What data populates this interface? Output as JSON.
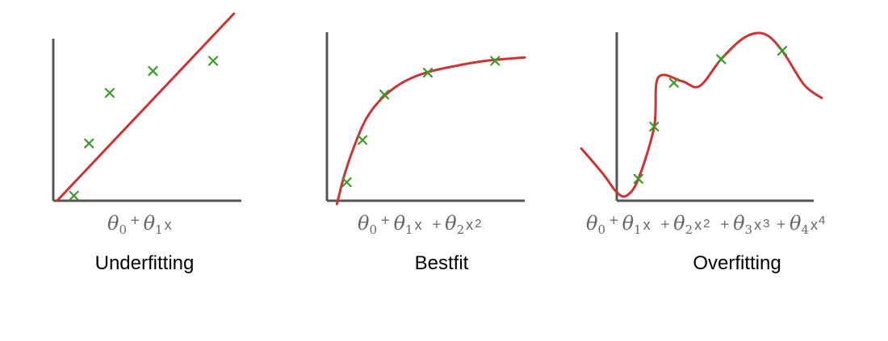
{
  "colors": {
    "axis": "#555555",
    "curve": "#cc3333",
    "marker": "#3a9a2a",
    "formula_text": "#666666",
    "caption_text": "#000000"
  },
  "icons": {
    "marker": "cross-x"
  },
  "chart_data": [
    {
      "type": "scatter",
      "title": "Underfitting",
      "formula_parts": {
        "t0": "θ",
        "s0": "0",
        "plus1": "+",
        "t1": "θ",
        "s1": "1",
        "x1": "x"
      },
      "xlim": [
        0,
        10
      ],
      "ylim": [
        0,
        10
      ],
      "points": [
        {
          "x": 1.1,
          "y": 0.3
        },
        {
          "x": 1.9,
          "y": 3.4
        },
        {
          "x": 3.0,
          "y": 6.4
        },
        {
          "x": 5.3,
          "y": 7.7
        },
        {
          "x": 8.5,
          "y": 8.3
        }
      ],
      "fit": {
        "model": "linear",
        "x": [
          0.2,
          9.6
        ],
        "y": [
          0.0,
          11.1
        ]
      }
    },
    {
      "type": "scatter",
      "title": "Bestfit",
      "formula_parts": {
        "t0": "θ",
        "s0": "0",
        "plus1": "+",
        "t1": "θ",
        "s1": "1",
        "x1": "x",
        "plus2": "+",
        "t2": "θ",
        "s2": "2",
        "x2": "x",
        "p2": "2"
      },
      "xlim": [
        0,
        10
      ],
      "ylim": [
        0,
        10
      ],
      "points": [
        {
          "x": 1.0,
          "y": 1.1
        },
        {
          "x": 1.8,
          "y": 3.6
        },
        {
          "x": 2.9,
          "y": 6.3
        },
        {
          "x": 5.1,
          "y": 7.6
        },
        {
          "x": 8.5,
          "y": 8.3
        }
      ],
      "fit": {
        "model": "quadratic",
        "x": [
          0.5,
          0.9,
          1.4,
          2.0,
          2.8,
          3.8,
          5.0,
          6.5,
          8.0,
          10.0
        ],
        "y": [
          -0.2,
          1.6,
          3.3,
          4.9,
          6.1,
          7.0,
          7.6,
          8.0,
          8.3,
          8.5
        ]
      }
    },
    {
      "type": "scatter",
      "title": "Overfitting",
      "formula_parts": {
        "t0": "θ",
        "s0": "0",
        "plus1": "+",
        "t1": "θ",
        "s1": "1",
        "x1": "x",
        "plus2": "+",
        "t2": "θ",
        "s2": "2",
        "x2": "x",
        "p2": "2",
        "plus3": "+",
        "t3": "θ",
        "s3": "3",
        "x3": "x",
        "p3": "3",
        "plus4": "+",
        "t4": "θ",
        "s4": "4",
        "x4": "x",
        "p4": "4"
      },
      "xlim": [
        0,
        10
      ],
      "ylim": [
        0,
        10
      ],
      "points": [
        {
          "x": 1.1,
          "y": 1.3
        },
        {
          "x": 1.9,
          "y": 4.4
        },
        {
          "x": 2.9,
          "y": 7.0
        },
        {
          "x": 5.3,
          "y": 8.4
        },
        {
          "x": 8.4,
          "y": 8.9
        }
      ],
      "fit": {
        "model": "polynomial",
        "x": [
          -1.8,
          -0.7,
          0.0,
          0.5,
          1.1,
          1.9,
          2.1,
          3.3,
          4.2,
          5.3,
          6.5,
          7.5,
          8.4,
          9.5,
          10.4
        ],
        "y": [
          3.1,
          1.6,
          0.5,
          0.3,
          1.3,
          4.4,
          7.3,
          7.1,
          6.8,
          8.4,
          9.7,
          9.9,
          8.9,
          6.9,
          6.1
        ]
      }
    }
  ]
}
